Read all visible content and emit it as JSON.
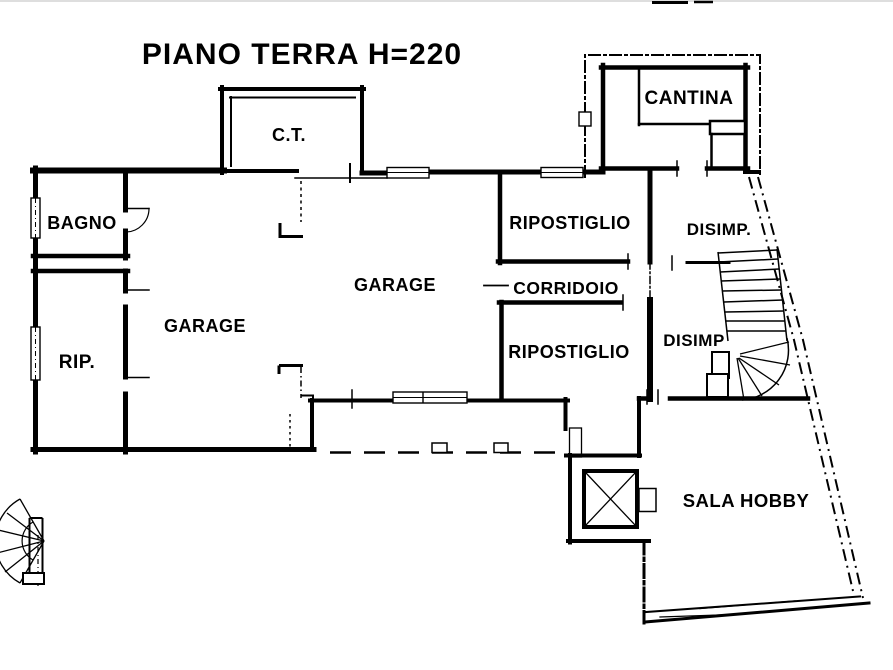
{
  "title": "PIANO TERRA H=220",
  "colors": {
    "line": "#000000",
    "background": "#ffffff"
  },
  "rooms": {
    "ct": {
      "label": "C.T."
    },
    "cantina": {
      "label": "CANTINA"
    },
    "bagno": {
      "label": "BAGNO"
    },
    "ripostiglio_top": {
      "label": "RIPOSTIGLIO"
    },
    "disimp_top": {
      "label": "DISIMP."
    },
    "garage_center": {
      "label": "GARAGE"
    },
    "corridoio": {
      "label": "CORRIDOIO"
    },
    "garage_left": {
      "label": "GARAGE"
    },
    "rip": {
      "label": "RIP."
    },
    "ripostiglio_bottom": {
      "label": "RIPOSTIGLIO"
    },
    "disimp_bottom": {
      "label": "DISIMP"
    },
    "sala_hobby": {
      "label": "SALA HOBBY"
    }
  }
}
